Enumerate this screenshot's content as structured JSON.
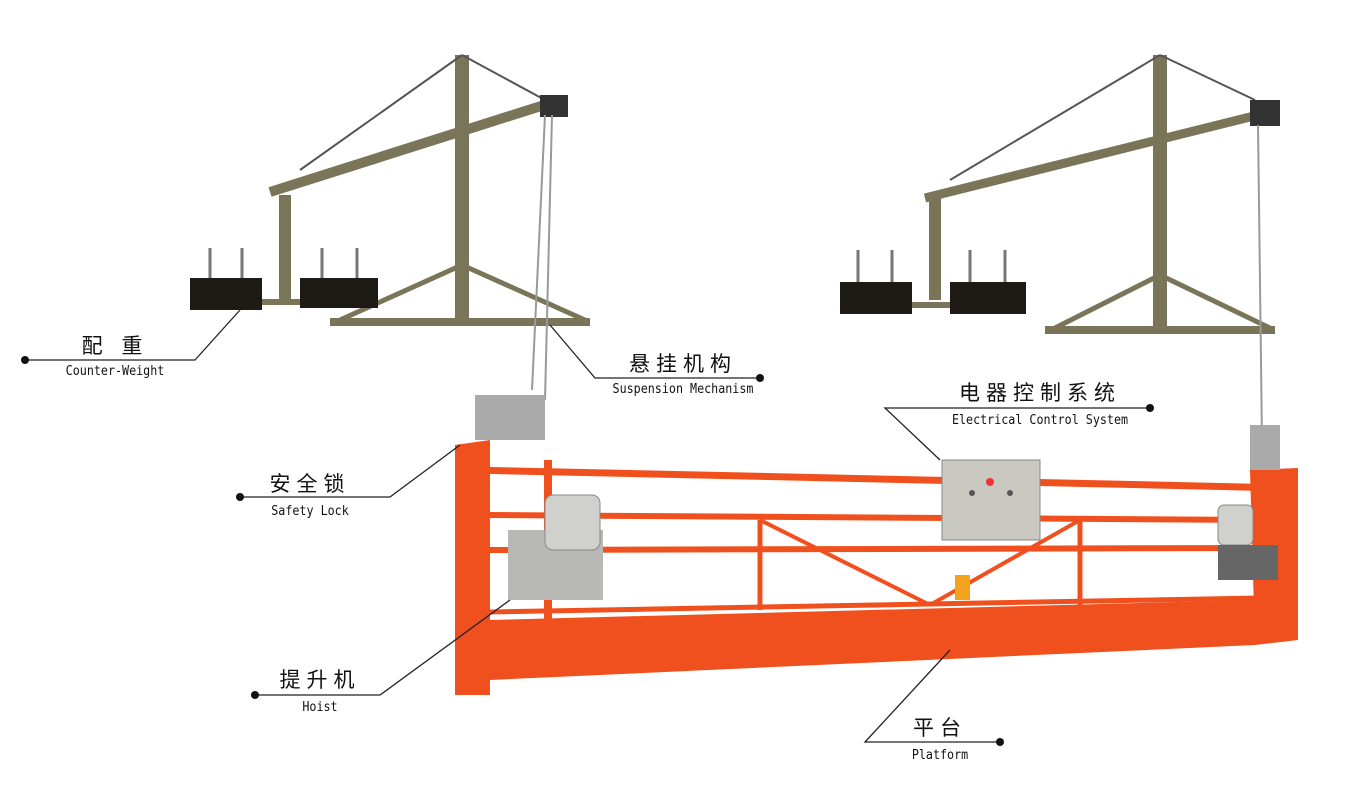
{
  "labels": {
    "counter_weight": {
      "zh": "配 重",
      "en": "Counter-Weight"
    },
    "suspension": {
      "zh": "悬挂机构",
      "en": "Suspension Mechanism"
    },
    "electrical": {
      "zh": "电器控制系统",
      "en": "Electrical Control System"
    },
    "safety_lock": {
      "zh": "安全锁",
      "en": "Safety Lock"
    },
    "hoist": {
      "zh": "提升机",
      "en": "Hoist"
    },
    "platform": {
      "zh": "平台",
      "en": "Platform"
    }
  },
  "colors": {
    "platform": "#f0501e",
    "frame": "#7a7458",
    "weight": "#1e1a16",
    "control_box": "#c9c9c1"
  }
}
